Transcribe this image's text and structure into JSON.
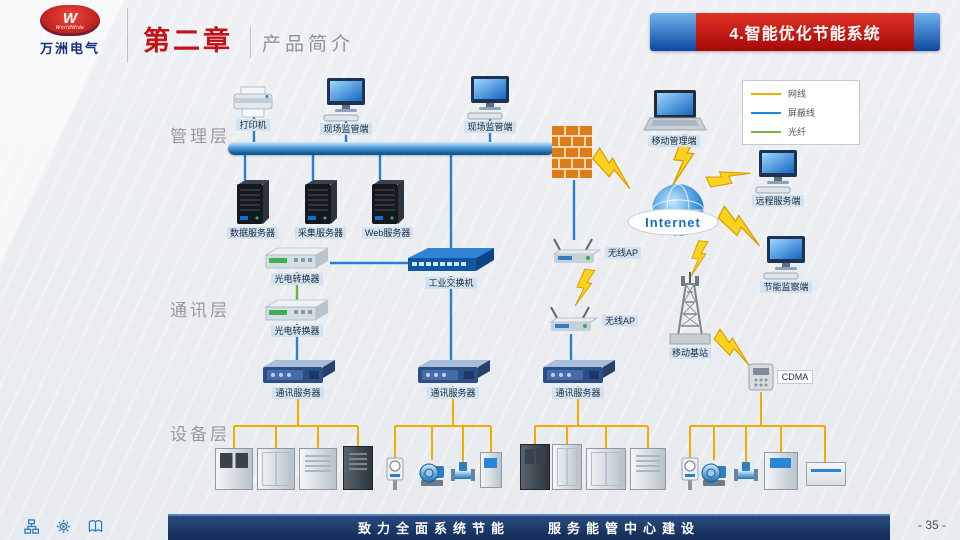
{
  "header": {
    "logo_text": "万洲电气",
    "logo_sub": "WorldWide",
    "chapter": "第二章",
    "subtitle": "产品简介",
    "banner": "4.智能优化节能系统"
  },
  "legend": {
    "items": [
      {
        "label": "网线",
        "color": "#f0ad00"
      },
      {
        "label": "屏蔽线",
        "color": "#1e88e5"
      },
      {
        "label": "光纤",
        "color": "#7cb342"
      }
    ]
  },
  "layers": {
    "management": "管理层",
    "communication": "通讯层",
    "device": "设备层"
  },
  "nodes": {
    "printer": "打印机",
    "monitor1": "现场监管端",
    "monitor2": "现场监管端",
    "mobile_mgmt": "移动管理端",
    "internet": "Internet",
    "remote_server": "远程服务端",
    "energy_monitor": "节能监察端",
    "data_server": "数据服务器",
    "collect_server": "采集服务器",
    "web_server": "Web服务器",
    "optical_converter1": "光电转换器",
    "optical_converter2": "光电转换器",
    "industrial_switch": "工业交换机",
    "wireless_ap1": "无线AP",
    "wireless_ap2": "无线AP",
    "comm_server1": "通讯服务器",
    "comm_server2": "通讯服务器",
    "comm_server3": "通讯服务器",
    "base_station": "移动基站",
    "cdma": "CDMA"
  },
  "icons": {
    "footer": [
      "org-chart-icon",
      "gear-icon",
      "book-icon"
    ],
    "legend_lines": [
      "yellow-line",
      "blue-line",
      "green-line"
    ],
    "device_row": [
      "switchgear-cabinet",
      "control-cabinet",
      "vented-cabinet",
      "server-rack",
      "transmitter-instrument",
      "pump",
      "flow-meter",
      "screen-panel",
      "tall-dark-cabinet",
      "tall-cabinet",
      "wide-cabinet",
      "vented-cabinet",
      "transmitter-instrument",
      "pump",
      "flow-meter",
      "screen-panel",
      "chart-recorder"
    ]
  },
  "colors": {
    "accent_red": "#c31318",
    "banner_blue": "#0d47a1",
    "footer_navy": "#122b55",
    "bus_blue": "#1f6bad",
    "lightning_yellow": "#ffd21e"
  },
  "footer": {
    "slogan": "致力全面系统节能　　服务能管中心建设",
    "page": "- 35 -"
  }
}
